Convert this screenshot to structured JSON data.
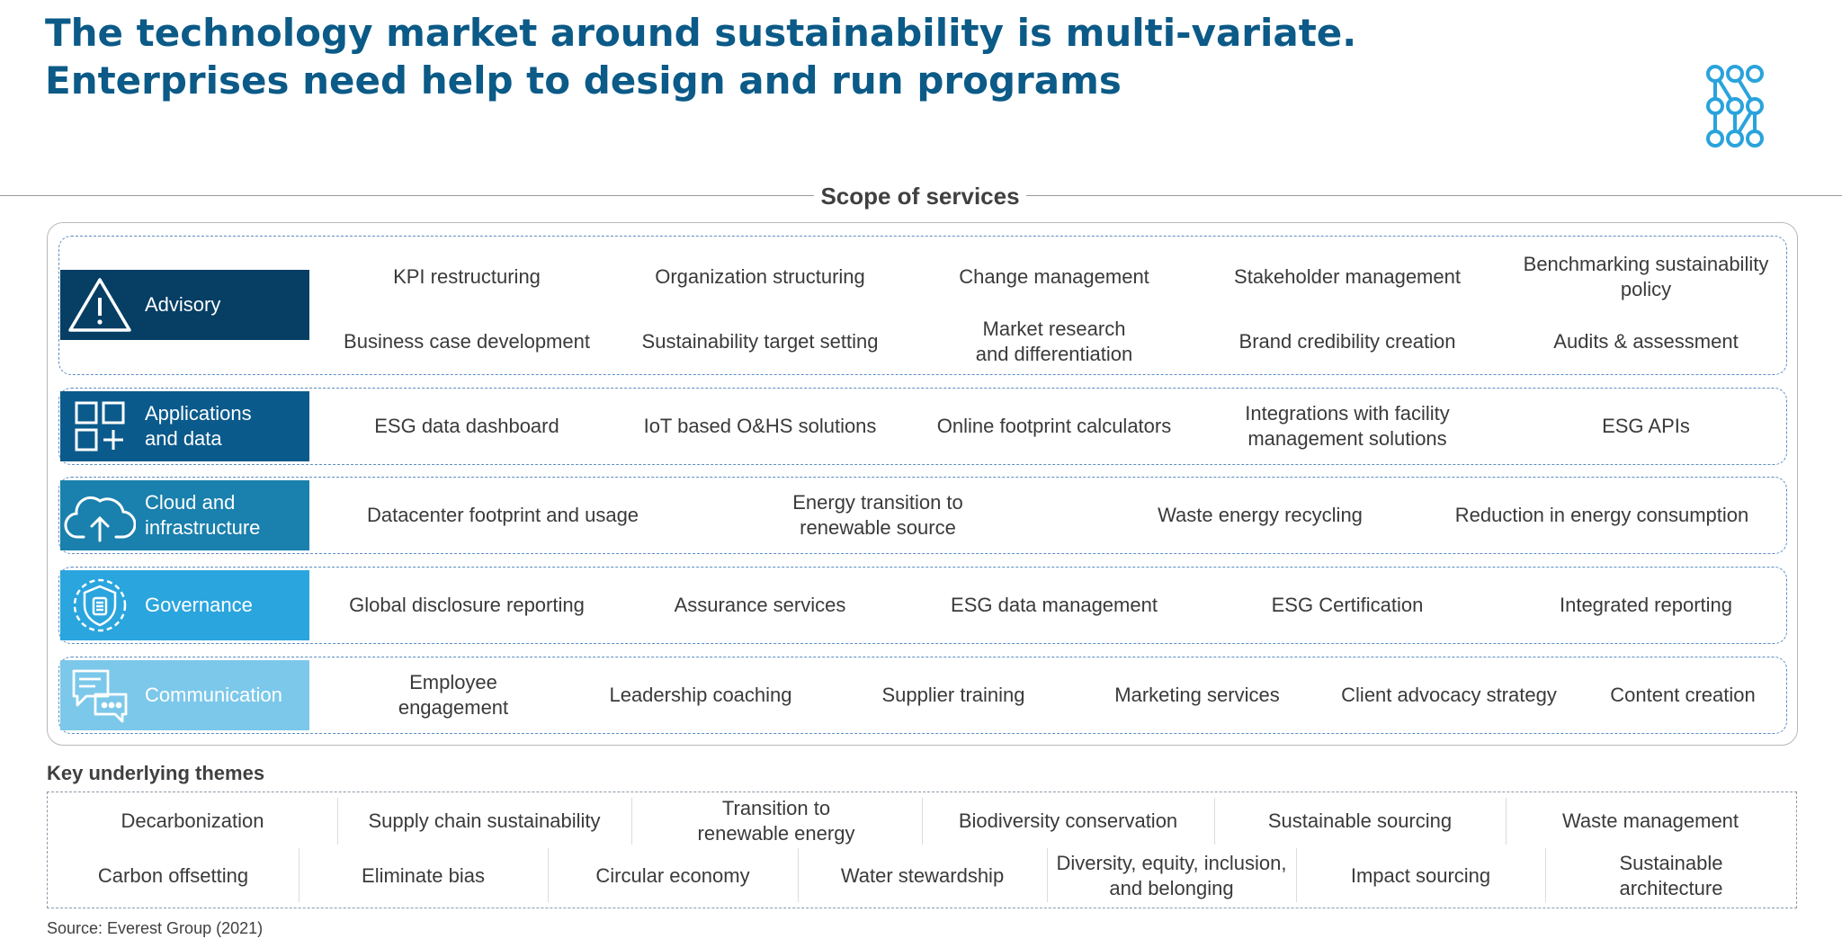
{
  "header": {
    "title": "The technology market around sustainability is multi-variate. Enterprises need help to design and run programs"
  },
  "logo": {
    "icon": "everest-network-logo-icon",
    "color": "#29a3dc"
  },
  "scope": {
    "title": "Scope of services",
    "rows": [
      {
        "label": "Advisory",
        "icon": "warning-triangle-icon",
        "color": "#063e64",
        "items": [
          "KPI restructuring",
          "Organization structuring",
          "Change management",
          "Stakeholder management",
          "Benchmarking sustainability policy",
          "Business case development",
          "Sustainability target setting",
          "Market research and differentiation",
          "Brand credibility creation",
          "Audits & assessment"
        ]
      },
      {
        "label": "Applications and data",
        "icon": "app-grid-icon",
        "color": "#0b5a8c",
        "items": [
          "ESG data dashboard",
          "IoT based O&HS solutions",
          "Online footprint calculators",
          "Integrations with facility management solutions",
          "ESG APIs"
        ]
      },
      {
        "label": "Cloud and infrastructure",
        "icon": "cloud-upload-icon",
        "color": "#1a80ad",
        "items": [
          "Datacenter footprint and usage",
          "Energy transition to renewable source",
          "Waste energy recycling",
          "Reduction in energy consumption"
        ]
      },
      {
        "label": "Governance",
        "icon": "shield-gear-icon",
        "color": "#2aa5de",
        "items": [
          "Global disclosure reporting",
          "Assurance services",
          "ESG data management",
          "ESG Certification",
          "Integrated reporting"
        ]
      },
      {
        "label": "Communication",
        "icon": "chat-bubbles-icon",
        "color": "#7cc8ea",
        "items": [
          "Employee engagement",
          "Leadership coaching",
          "Supplier training",
          "Marketing services",
          "Client advocacy strategy",
          "Content creation"
        ]
      }
    ]
  },
  "themes": {
    "title": "Key underlying themes",
    "row1": [
      "Decarbonization",
      "Supply chain sustainability",
      "Transition to renewable energy",
      "Biodiversity conservation",
      "Sustainable sourcing",
      "Waste management"
    ],
    "row2": [
      "Carbon offsetting",
      "Eliminate bias",
      "Circular economy",
      "Water stewardship",
      "Diversity, equity, inclusion, and belonging",
      "Impact sourcing",
      "Sustainable architecture"
    ]
  },
  "source": "Source:  Everest Group (2021)"
}
